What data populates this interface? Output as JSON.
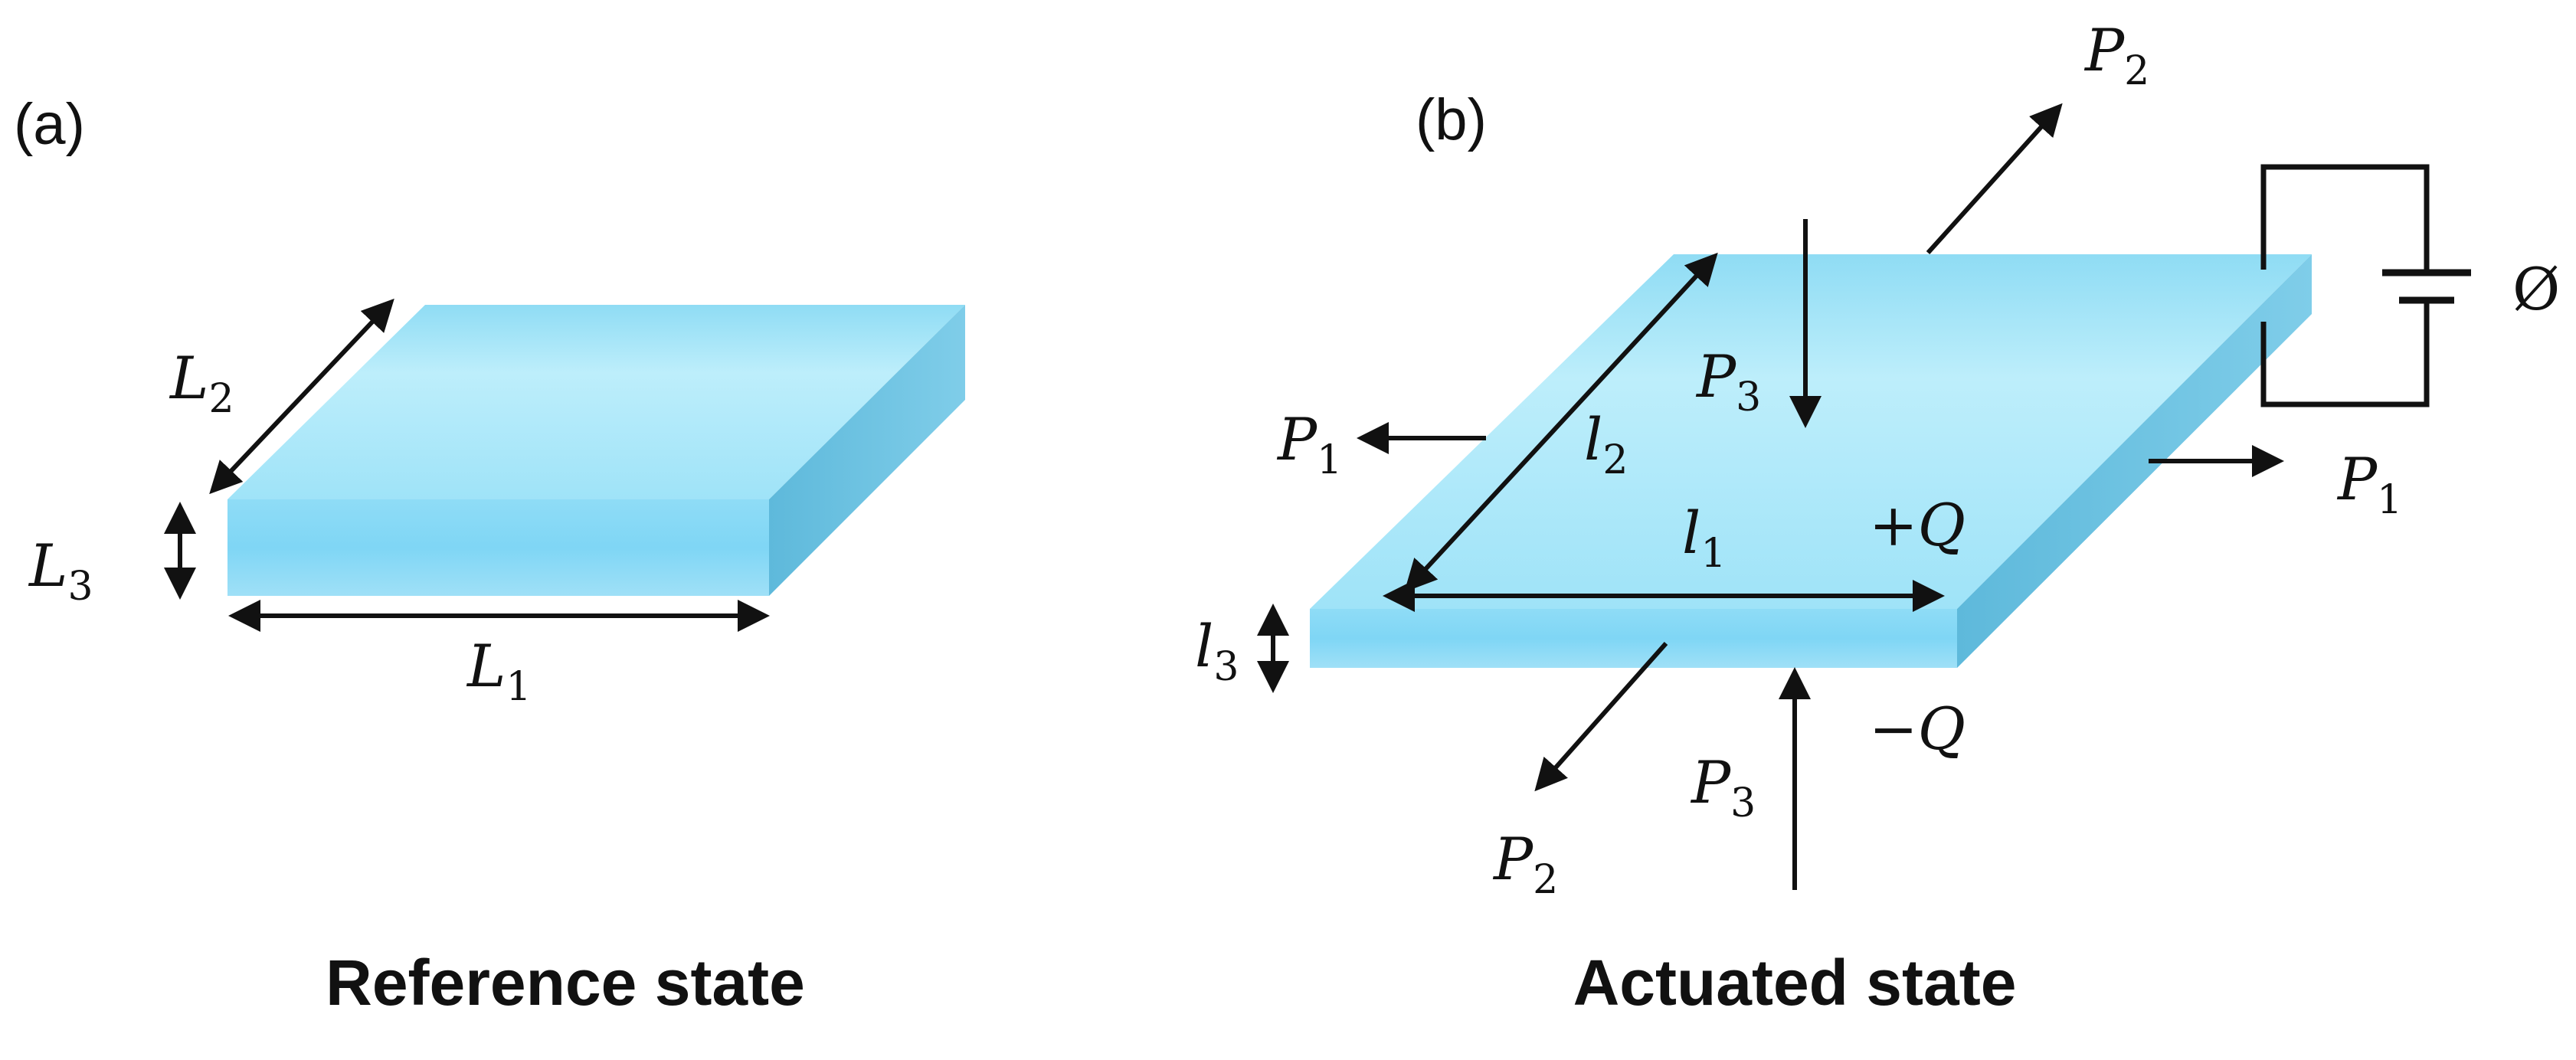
{
  "panels": {
    "a": {
      "label": "(a)",
      "caption": "Reference state",
      "dims": {
        "L1": {
          "base": "L",
          "sub": "1"
        },
        "L2": {
          "base": "L",
          "sub": "2"
        },
        "L3": {
          "base": "L",
          "sub": "3"
        }
      }
    },
    "b": {
      "label": "(b)",
      "caption": "Actuated state",
      "dims": {
        "l1": {
          "base": "l",
          "sub": "1"
        },
        "l2": {
          "base": "l",
          "sub": "2"
        },
        "l3": {
          "base": "l",
          "sub": "3"
        }
      },
      "forces": {
        "P1": {
          "base": "P",
          "sub": "1"
        },
        "P2": {
          "base": "P",
          "sub": "2"
        },
        "P3": {
          "base": "P",
          "sub": "3"
        }
      },
      "charge_top": "+Q",
      "charge_bottom": "−Q",
      "potential": "Ø"
    }
  },
  "colors": {
    "top_face": "#a6e6fa",
    "front_face": "#7dd7f6",
    "side_face": "#6cc3e2",
    "ink": "#111111"
  }
}
